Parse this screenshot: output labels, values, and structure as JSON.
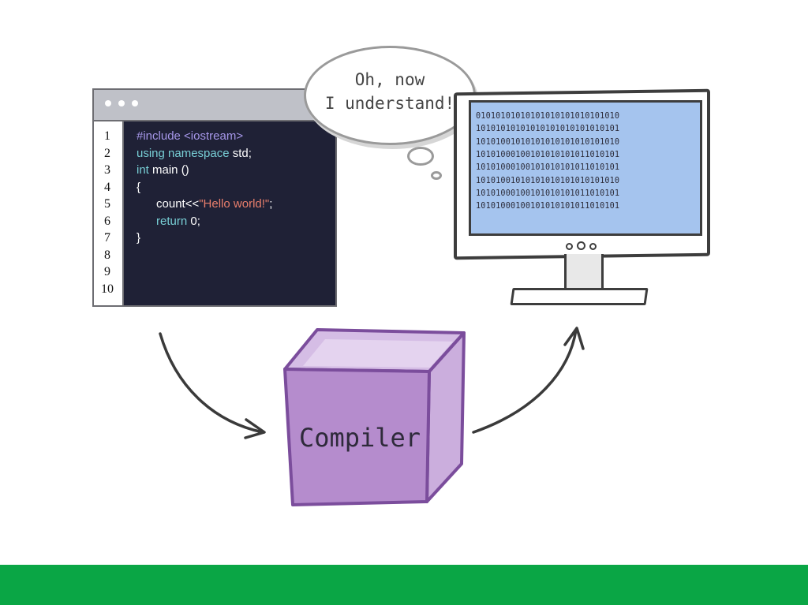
{
  "editor": {
    "line_numbers": [
      "1",
      "2",
      "3",
      "4",
      "5",
      "6",
      "7",
      "8",
      "9",
      "10"
    ],
    "code": [
      {
        "parts": [
          {
            "text": "#include <iostream>",
            "style": "purple"
          }
        ]
      },
      {
        "parts": [
          {
            "text": "using namespace",
            "style": "teal"
          },
          {
            "text": " std;",
            "style": "white"
          }
        ]
      },
      {
        "parts": [
          {
            "text": "int",
            "style": "teal"
          },
          {
            "text": " main ()",
            "style": "white"
          }
        ]
      },
      {
        "parts": [
          {
            "text": "{",
            "style": "white"
          }
        ]
      },
      {
        "parts": [
          {
            "text": "      count<<",
            "style": "white"
          },
          {
            "text": "\"Hello world!\"",
            "style": "string"
          },
          {
            "text": ";",
            "style": "white"
          }
        ]
      },
      {
        "parts": [
          {
            "text": "      ",
            "style": "white"
          },
          {
            "text": "return",
            "style": "teal"
          },
          {
            "text": " 0;",
            "style": "white"
          }
        ]
      },
      {
        "parts": [
          {
            "text": "}",
            "style": "white"
          }
        ]
      }
    ]
  },
  "bubble": {
    "line1": "Oh, now",
    "line2": "I understand!"
  },
  "monitor": {
    "binary": [
      "01010101010101010101010101010",
      "10101010101010101010101010101",
      "10101001010101010101010101010",
      "10101000100101010101011010101",
      "10101000100101010101011010101",
      "10101001010101010101010101010",
      "10101000100101010101011010101",
      "10101000100101010101011010101"
    ]
  },
  "compiler": {
    "label": "Compiler"
  },
  "colors": {
    "bottom_bar": "#0aa645",
    "editor_bg": "#1f2136",
    "screen_bg": "#a5c4ee",
    "cube_front": "#b58ccd",
    "cube_top": "#d5bde5",
    "cube_side": "#cbaedd",
    "cube_edge": "#7b4d9c"
  }
}
